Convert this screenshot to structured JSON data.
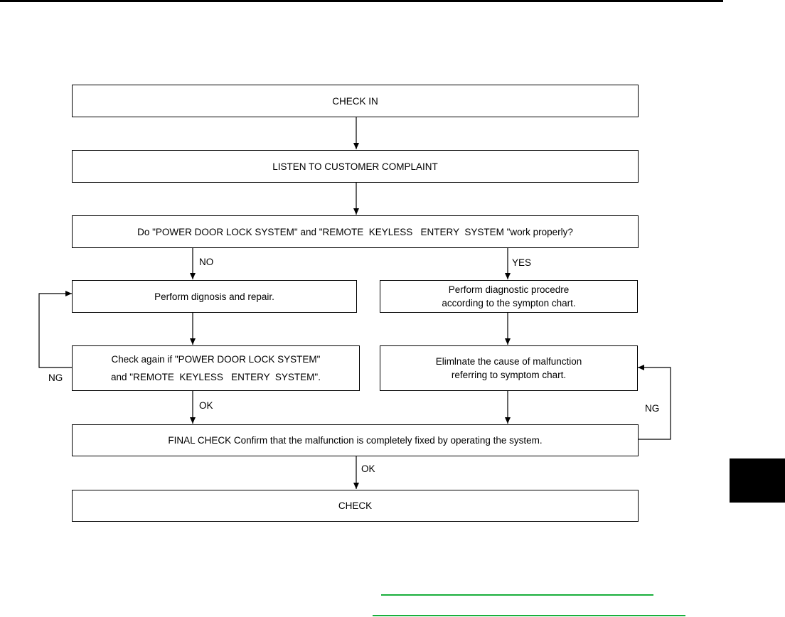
{
  "flowchart": {
    "check_in": "CHECK IN",
    "listen": "LISTEN TO CUSTOMER COMPLAINT",
    "question": "Do \"POWER DOOR LOCK SYSTEM\" and \"REMOTE  KEYLESS   ENTERY  SYSTEM \"work properly?",
    "no_label": "NO",
    "yes_label": "YES",
    "diagnosis_repair": "Perform dignosis and repair.",
    "diagnostic_procedure": [
      "Perform diagnostic procedre",
      "according to the sympton chart."
    ],
    "check_again": [
      "Check again if \"POWER DOOR LOCK SYSTEM\"",
      "and \"REMOTE  KEYLESS   ENTERY  SYSTEM\"."
    ],
    "eliminate_cause": [
      "Elimlnate the cause of malfunction",
      "referring to symptom chart."
    ],
    "ng_left": "NG",
    "ok_left": "OK",
    "ng_right": "NG",
    "final_check": "FINAL CHECK Confirm that the malfunction is completely fixed by operating the system.",
    "ok_bottom": "OK",
    "check": "CHECK"
  },
  "colors": {
    "line": "#000000",
    "link_underline": "#1aaf3c",
    "tab_marker": "#000000"
  }
}
